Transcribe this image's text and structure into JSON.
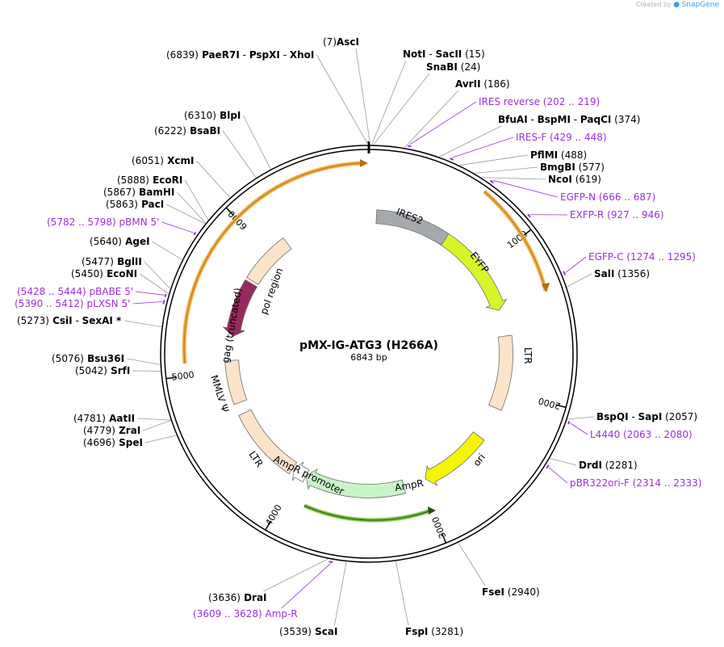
{
  "credit": {
    "prefix": "Created by",
    "brand": "SnapGene"
  },
  "plasmid": {
    "name": "pMX-IG-ATG3 (H266A)",
    "length_label": "6843 bp",
    "length": 6843
  },
  "ticks": [
    1000,
    2000,
    3000,
    4000,
    5000,
    6000
  ],
  "sites": [
    {
      "id": "s7",
      "parts": [
        {
          "t": "(7)",
          "b": false
        },
        {
          "t": "AscI",
          "b": true
        }
      ],
      "pos": 7
    },
    {
      "id": "s15",
      "parts": [
        {
          "t": "NotI",
          "b": true
        },
        {
          "t": " - ",
          "b": false
        },
        {
          "t": "SacII",
          "b": true
        },
        {
          "t": "    (15)",
          "b": false
        }
      ],
      "pos": 15
    },
    {
      "id": "s24",
      "parts": [
        {
          "t": "SnaBI",
          "b": true
        },
        {
          "t": "    (24)",
          "b": false
        }
      ],
      "pos": 24
    },
    {
      "id": "s186",
      "parts": [
        {
          "t": "AvrII",
          "b": true
        },
        {
          "t": "    (186)",
          "b": false
        }
      ],
      "pos": 186
    },
    {
      "id": "s374",
      "parts": [
        {
          "t": "BfuAI",
          "b": true
        },
        {
          "t": " - ",
          "b": false
        },
        {
          "t": "BspMI",
          "b": true
        },
        {
          "t": " - ",
          "b": false
        },
        {
          "t": "PaqCI",
          "b": true
        },
        {
          "t": "    (374)",
          "b": false
        }
      ],
      "pos": 374
    },
    {
      "id": "s488",
      "parts": [
        {
          "t": "PflMI",
          "b": true
        },
        {
          "t": "    (488)",
          "b": false
        }
      ],
      "pos": 488
    },
    {
      "id": "s577",
      "parts": [
        {
          "t": "BmgBI",
          "b": true
        },
        {
          "t": "    (577)",
          "b": false
        }
      ],
      "pos": 577
    },
    {
      "id": "s619",
      "parts": [
        {
          "t": "NcoI",
          "b": true
        },
        {
          "t": "    (619)",
          "b": false
        }
      ],
      "pos": 619
    },
    {
      "id": "s1356",
      "parts": [
        {
          "t": "SalI",
          "b": true
        },
        {
          "t": "    (1356)",
          "b": false
        }
      ],
      "pos": 1356
    },
    {
      "id": "s2057",
      "parts": [
        {
          "t": "BspQI",
          "b": true
        },
        {
          "t": " - ",
          "b": false
        },
        {
          "t": "SapI",
          "b": true
        },
        {
          "t": "    (2057)",
          "b": false
        }
      ],
      "pos": 2057
    },
    {
      "id": "s2281",
      "parts": [
        {
          "t": "DrdI",
          "b": true
        },
        {
          "t": "    (2281)",
          "b": false
        }
      ],
      "pos": 2281
    },
    {
      "id": "s2940",
      "parts": [
        {
          "t": "FseI",
          "b": true
        },
        {
          "t": "    (2940)",
          "b": false
        }
      ],
      "pos": 2940
    },
    {
      "id": "s3281",
      "parts": [
        {
          "t": "FspI",
          "b": true
        },
        {
          "t": "    (3281)",
          "b": false
        }
      ],
      "pos": 3281
    },
    {
      "id": "s3539",
      "parts": [
        {
          "t": "(3539)",
          "b": false
        },
        {
          "t": "    ScaI",
          "b": true
        }
      ],
      "pos": 3539
    },
    {
      "id": "s3636",
      "parts": [
        {
          "t": "(3636)",
          "b": false
        },
        {
          "t": "    DraI",
          "b": true
        }
      ],
      "pos": 3636
    },
    {
      "id": "s4696",
      "parts": [
        {
          "t": "(4696)",
          "b": false
        },
        {
          "t": "    SpeI",
          "b": true
        }
      ],
      "pos": 4696
    },
    {
      "id": "s4779",
      "parts": [
        {
          "t": "(4779)",
          "b": false
        },
        {
          "t": "    ZraI",
          "b": true
        }
      ],
      "pos": 4779
    },
    {
      "id": "s4781",
      "parts": [
        {
          "t": "(4781)",
          "b": false
        },
        {
          "t": "    AatII",
          "b": true
        }
      ],
      "pos": 4781
    },
    {
      "id": "s5042",
      "parts": [
        {
          "t": "(5042)",
          "b": false
        },
        {
          "t": "    SrfI",
          "b": true
        }
      ],
      "pos": 5042
    },
    {
      "id": "s5076",
      "parts": [
        {
          "t": "(5076)",
          "b": false
        },
        {
          "t": "    Bsu36I",
          "b": true
        }
      ],
      "pos": 5076
    },
    {
      "id": "s5273",
      "parts": [
        {
          "t": "(5273)",
          "b": false
        },
        {
          "t": "    CsiI",
          "b": true
        },
        {
          "t": " - ",
          "b": false
        },
        {
          "t": "SexAI *",
          "b": true
        }
      ],
      "pos": 5273
    },
    {
      "id": "s5450",
      "parts": [
        {
          "t": "(5450)",
          "b": false
        },
        {
          "t": "    EcoNI",
          "b": true
        }
      ],
      "pos": 5450
    },
    {
      "id": "s5477",
      "parts": [
        {
          "t": "(5477)",
          "b": false
        },
        {
          "t": "    BglII",
          "b": true
        }
      ],
      "pos": 5477
    },
    {
      "id": "s5640",
      "parts": [
        {
          "t": "(5640)",
          "b": false
        },
        {
          "t": "    AgeI",
          "b": true
        }
      ],
      "pos": 5640
    },
    {
      "id": "s5863",
      "parts": [
        {
          "t": "(5863)",
          "b": false
        },
        {
          "t": "    PacI",
          "b": true
        }
      ],
      "pos": 5863
    },
    {
      "id": "s5867",
      "parts": [
        {
          "t": "(5867)",
          "b": false
        },
        {
          "t": "    BamHI",
          "b": true
        }
      ],
      "pos": 5867
    },
    {
      "id": "s5888",
      "parts": [
        {
          "t": "(5888)",
          "b": false
        },
        {
          "t": "    EcoRI",
          "b": true
        }
      ],
      "pos": 5888
    },
    {
      "id": "s6051",
      "parts": [
        {
          "t": "(6051)",
          "b": false
        },
        {
          "t": "    XcmI",
          "b": true
        }
      ],
      "pos": 6051
    },
    {
      "id": "s6222",
      "parts": [
        {
          "t": "(6222)",
          "b": false
        },
        {
          "t": "    BsaBI",
          "b": true
        }
      ],
      "pos": 6222
    },
    {
      "id": "s6310",
      "parts": [
        {
          "t": "(6310)",
          "b": false
        },
        {
          "t": "    BlpI",
          "b": true
        }
      ],
      "pos": 6310
    },
    {
      "id": "s6839",
      "parts": [
        {
          "t": "(6839)",
          "b": false
        },
        {
          "t": "    PaeR7I",
          "b": true
        },
        {
          "t": " - ",
          "b": false
        },
        {
          "t": "PspXI",
          "b": true
        },
        {
          "t": " - ",
          "b": false
        },
        {
          "t": "XhoI",
          "b": true
        }
      ],
      "pos": 6839
    }
  ],
  "primers": [
    {
      "id": "p202",
      "text": "IRES reverse    (202 .. 219)",
      "start": 202,
      "end": 219
    },
    {
      "id": "p429",
      "text": "IRES-F    (429 .. 448)",
      "start": 429,
      "end": 448
    },
    {
      "id": "p666",
      "text": "EGFP-N    (666 .. 687)",
      "start": 666,
      "end": 687
    },
    {
      "id": "p927",
      "text": "EXFP-R    (927 .. 946)",
      "start": 927,
      "end": 946
    },
    {
      "id": "p1274",
      "text": "EGFP-C    (1274 .. 1295)",
      "start": 1274,
      "end": 1295
    },
    {
      "id": "p2063",
      "text": "L4440    (2063 .. 2080)",
      "start": 2063,
      "end": 2080
    },
    {
      "id": "p2314",
      "text": "pBR322ori-F    (2314 .. 2333)",
      "start": 2314,
      "end": 2333
    },
    {
      "id": "p3609",
      "text": "(3609 .. 3628)    Amp-R",
      "start": 3609,
      "end": 3628
    },
    {
      "id": "p5390",
      "text": "(5390 .. 5412)    pLXSN 5'",
      "start": 5390,
      "end": 5412
    },
    {
      "id": "p5428",
      "text": "(5428 .. 5444)    pBABE 5'",
      "start": 5428,
      "end": 5444
    },
    {
      "id": "p5782",
      "text": "(5782 .. 5798)    pBMN 5'",
      "start": 5782,
      "end": 5798
    }
  ],
  "features": [
    {
      "id": "ires2",
      "label": "IRES2",
      "color": "#a5a9ae",
      "start": 60,
      "end": 640
    },
    {
      "id": "eyfp",
      "label": "EYFP",
      "color": "#d8f52a",
      "start": 640,
      "end": 1360
    },
    {
      "id": "ltr-right",
      "label": "LTR",
      "color": "#fde3c9",
      "start": 1570,
      "end": 2150
    },
    {
      "id": "ori",
      "label": "ori",
      "color": "#f5f500",
      "start": 2410,
      "end": 2960
    },
    {
      "id": "ampr",
      "label": "AmpR",
      "color": "#c8f5c8",
      "start": 3140,
      "end": 3940
    },
    {
      "id": "ampr-promoter",
      "label": "AmpR promoter",
      "color": "#ffffff",
      "start": 3940,
      "end": 4050
    },
    {
      "id": "ltr-left",
      "label": "LTR",
      "color": "#fde3c9",
      "start": 4060,
      "end": 4650
    },
    {
      "id": "mmlv-psi",
      "label": "MMLV Ψ",
      "color": "#fde3c9",
      "start": 4740,
      "end": 5080
    },
    {
      "id": "gag",
      "label": "gag (truncated)",
      "color": "#962a5e",
      "start": 5270,
      "end": 5720
    },
    {
      "id": "pol",
      "label": "pol region",
      "color": "#fde3c9",
      "start": 5740,
      "end": 6150
    }
  ]
}
